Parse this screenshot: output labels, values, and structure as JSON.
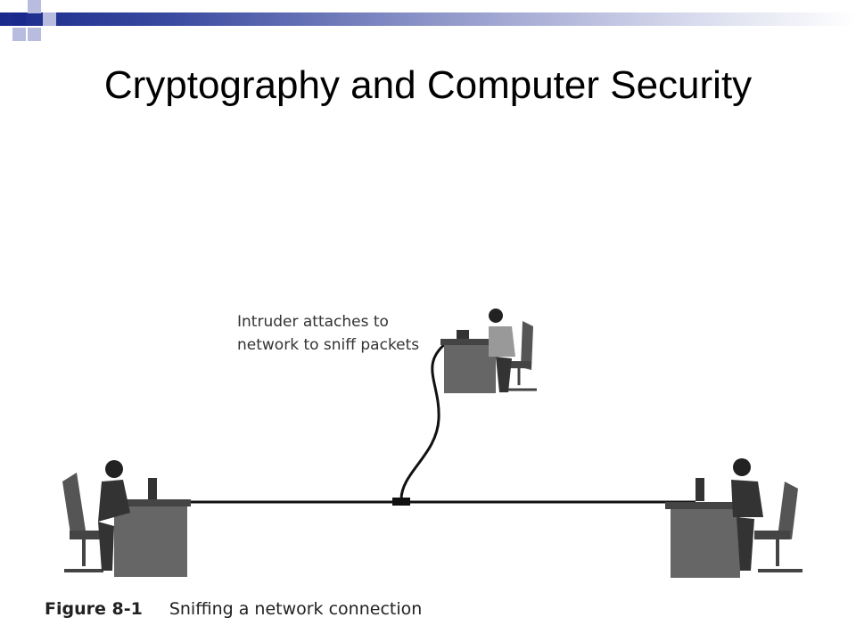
{
  "slide": {
    "title": "Cryptography and Computer Security"
  },
  "figure": {
    "callout_line1": "Intruder attaches to",
    "callout_line2": "network to sniff packets",
    "caption_number": "Figure 8-1",
    "caption_text": "Sniffing a network connection"
  },
  "colors": {
    "banner_dark": "#1a2a8c",
    "banner_light": "#b8bde0",
    "text": "#000000"
  }
}
